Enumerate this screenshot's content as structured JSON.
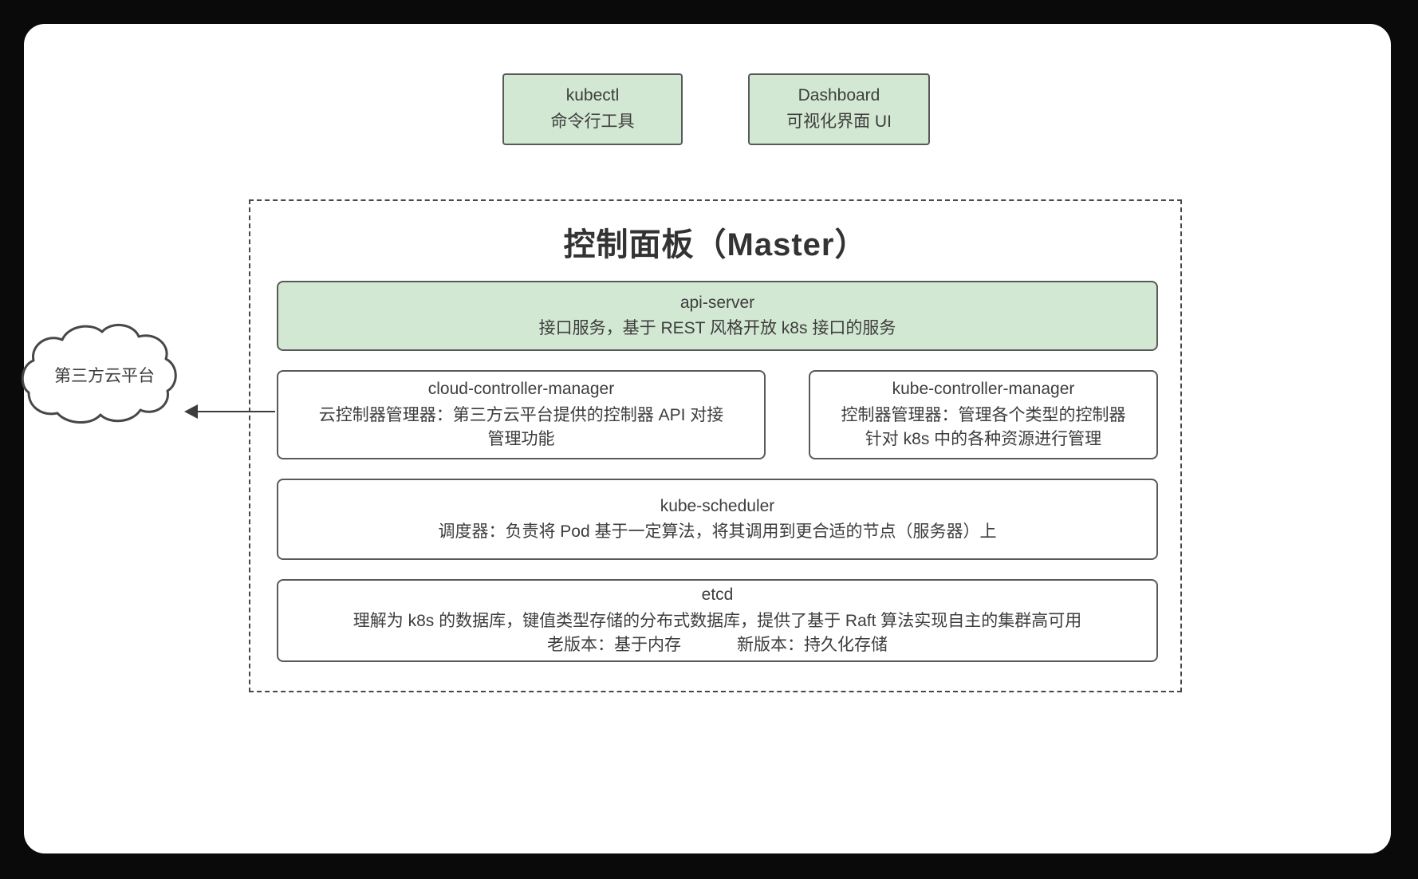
{
  "colors": {
    "green_fill": "#d3e8d3",
    "border": "#595959",
    "text": "#3d3d3d",
    "line": "#3d3d3d"
  },
  "top_nodes": {
    "kubectl": {
      "title": "kubectl",
      "subtitle": "命令行工具"
    },
    "dashboard": {
      "title": "Dashboard",
      "subtitle": "可视化界面 UI"
    }
  },
  "master": {
    "title": "控制面板（Master）",
    "api_server": {
      "title": "api-server",
      "desc": "接口服务，基于 REST 风格开放 k8s 接口的服务"
    },
    "cloud_controller_manager": {
      "title": "cloud-controller-manager",
      "line1": "云控制器管理器：第三方云平台提供的控制器 API 对接",
      "line2": "管理功能"
    },
    "kube_controller_manager": {
      "title": "kube-controller-manager",
      "line1": "控制器管理器：管理各个类型的控制器",
      "line2": "针对 k8s 中的各种资源进行管理"
    },
    "kube_scheduler": {
      "title": "kube-scheduler",
      "desc": "调度器：负责将 Pod 基于一定算法，将其调用到更合适的节点（服务器）上"
    },
    "etcd": {
      "title": "etcd",
      "line1": "理解为 k8s 的数据库，键值类型存储的分布式数据库，提供了基于 Raft 算法实现自主的集群高可用",
      "old_version": "老版本：基于内存",
      "new_version": "新版本：持久化存储"
    }
  },
  "cloud": {
    "label": "第三方云平台"
  }
}
